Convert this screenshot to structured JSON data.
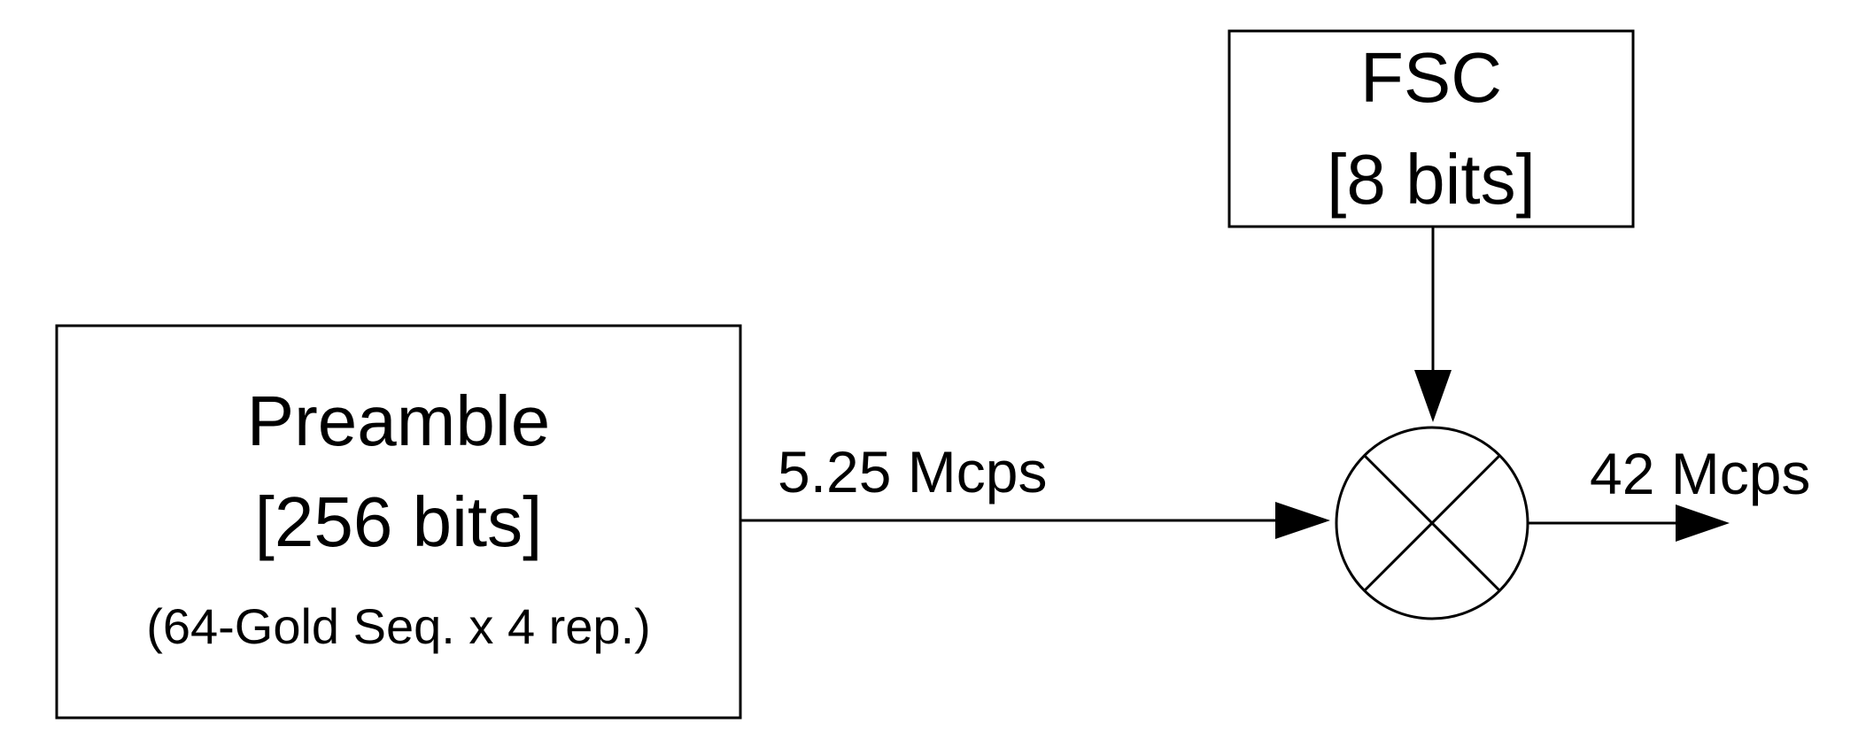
{
  "fsc_block": {
    "title": "FSC",
    "size": "[8 bits]"
  },
  "preamble_block": {
    "title": "Preamble",
    "size": "[256 bits]",
    "detail": "(64-Gold Seq. x 4 rep.)"
  },
  "rates": {
    "input_rate": "5.25 Mcps",
    "output_rate": "42 Mcps"
  },
  "mixer": {
    "symbol": "multiplier"
  },
  "colors": {
    "stroke": "#000000",
    "background": "#ffffff"
  }
}
